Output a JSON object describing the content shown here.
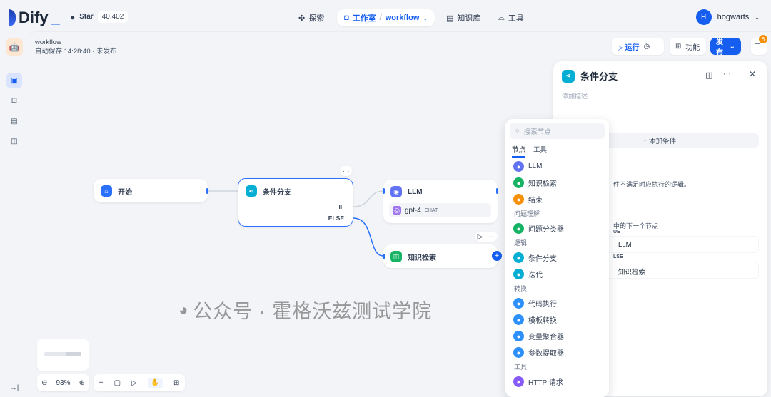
{
  "header": {
    "brand": "Dify",
    "github_label": "Star",
    "github_count": "40,402",
    "nav": [
      {
        "label": "探索",
        "icon": "explore-icon"
      },
      {
        "label": "工作室",
        "icon": "studio-icon"
      },
      {
        "label": "知识库",
        "icon": "knowledge-icon"
      },
      {
        "label": "工具",
        "icon": "tools-icon"
      }
    ],
    "breadcrumb_sep": "/",
    "app": "workflow",
    "user_initial": "H",
    "user": "hogwarts"
  },
  "workflow": {
    "name": "workflow",
    "status": "自动保存 14:28:40 · 未发布"
  },
  "toolbar": {
    "run": "运行",
    "features": "功能",
    "publish": "发布",
    "badge": "6"
  },
  "nodes": {
    "start": "开始",
    "if": {
      "title": "条件分支",
      "if": "IF",
      "else": "ELSE"
    },
    "llm": {
      "title": "LLM",
      "model": "gpt-4",
      "mode": "CHAT"
    },
    "kr": "知识检索"
  },
  "panel": {
    "title": "条件分支",
    "desc_placeholder": "添加描述...",
    "add_condition": "添加条件",
    "else_hint": "件不满足时应执行的逻辑。",
    "next_hint": "中的下一个节点",
    "true_label": "UE",
    "true_target": "LLM",
    "else_label": "LSE",
    "else_target": "知识检索"
  },
  "picker": {
    "search_placeholder": "搜索节点",
    "tabs": [
      "节点",
      "工具"
    ],
    "items": [
      {
        "label": "LLM",
        "color": "#6172f3"
      },
      {
        "label": "知识检索",
        "color": "#16b364"
      },
      {
        "label": "结束",
        "color": "#f79009"
      }
    ],
    "cat1": "问题理解",
    "items1": [
      {
        "label": "问题分类器",
        "color": "#16b364"
      }
    ],
    "cat2": "逻辑",
    "items2": [
      {
        "label": "条件分支",
        "color": "#06aed4"
      },
      {
        "label": "迭代",
        "color": "#06aed4"
      }
    ],
    "cat3": "转换",
    "items3": [
      {
        "label": "代码执行",
        "color": "#2e90fa"
      },
      {
        "label": "模板转换",
        "color": "#2e90fa"
      },
      {
        "label": "变量聚合器",
        "color": "#2e90fa"
      },
      {
        "label": "参数提取器",
        "color": "#2e90fa"
      }
    ],
    "cat4": "工具",
    "items4": [
      {
        "label": "HTTP 请求",
        "color": "#875bf7"
      }
    ]
  },
  "zoom": {
    "level": "93%"
  },
  "watermark": "公众号 · 霍格沃兹测试学院",
  "colors": {
    "accent": "#155eef"
  }
}
